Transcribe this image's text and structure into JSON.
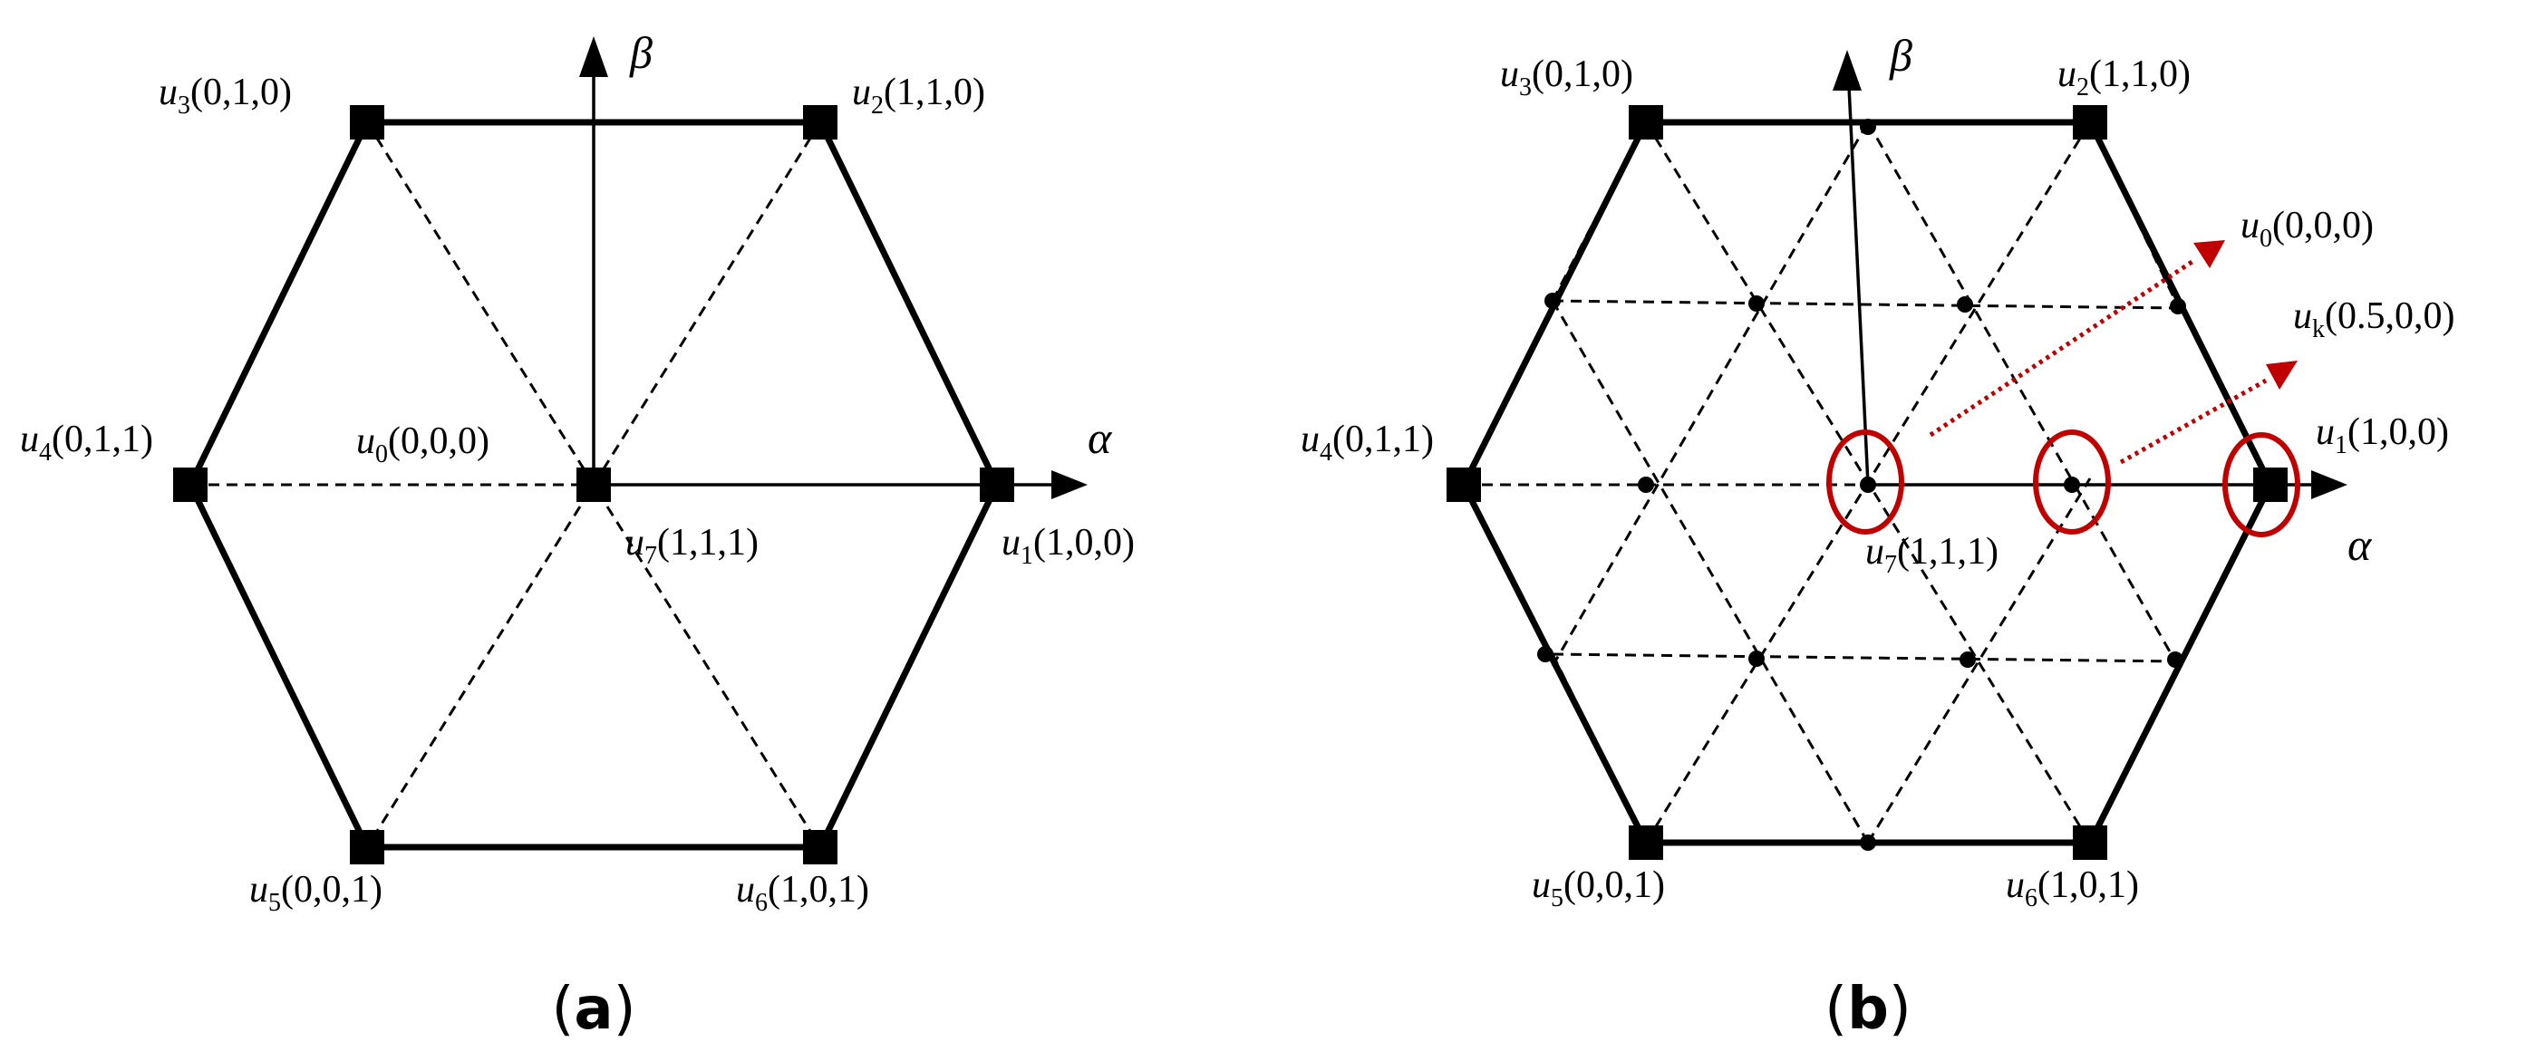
{
  "panel_a": {
    "caption_open": "(",
    "caption_letter": "a",
    "caption_close": ")",
    "axis_alpha": "α",
    "axis_beta": "β",
    "vectors": [
      {
        "sym": "u",
        "sub": "3",
        "coords": "(0,1,0)"
      },
      {
        "sym": "u",
        "sub": "2",
        "coords": "(1,1,0)"
      },
      {
        "sym": "u",
        "sub": "4",
        "coords": "(0,1,1)"
      },
      {
        "sym": "u",
        "sub": "0",
        "coords": "(0,0,0)"
      },
      {
        "sym": "u",
        "sub": "7",
        "coords": "(1,1,1)"
      },
      {
        "sym": "u",
        "sub": "1",
        "coords": "(1,0,0)"
      },
      {
        "sym": "u",
        "sub": "5",
        "coords": "(0,0,1)"
      },
      {
        "sym": "u",
        "sub": "6",
        "coords": "(1,0,1)"
      }
    ]
  },
  "panel_b": {
    "caption_open": "(",
    "caption_letter": "b",
    "caption_close": ")",
    "axis_alpha": "α",
    "axis_beta": "β",
    "vectors": [
      {
        "sym": "u",
        "sub": "3",
        "coords": "(0,1,0)"
      },
      {
        "sym": "u",
        "sub": "2",
        "coords": "(1,1,0)"
      },
      {
        "sym": "u",
        "sub": "0",
        "coords": "(0,0,0)"
      },
      {
        "sym": "u",
        "sub": "k",
        "coords": "(0.5,0,0)"
      },
      {
        "sym": "u",
        "sub": "4",
        "coords": "(0,1,1)"
      },
      {
        "sym": "u",
        "sub": "1",
        "coords": "(1,0,0)"
      },
      {
        "sym": "u",
        "sub": "7",
        "coords": "(1,1,1)"
      },
      {
        "sym": "u",
        "sub": "5",
        "coords": "(0,0,1)"
      },
      {
        "sym": "u",
        "sub": "6",
        "coords": "(1,0,1)"
      }
    ]
  },
  "colors": {
    "line": "#000000",
    "highlight": "#c00000"
  }
}
